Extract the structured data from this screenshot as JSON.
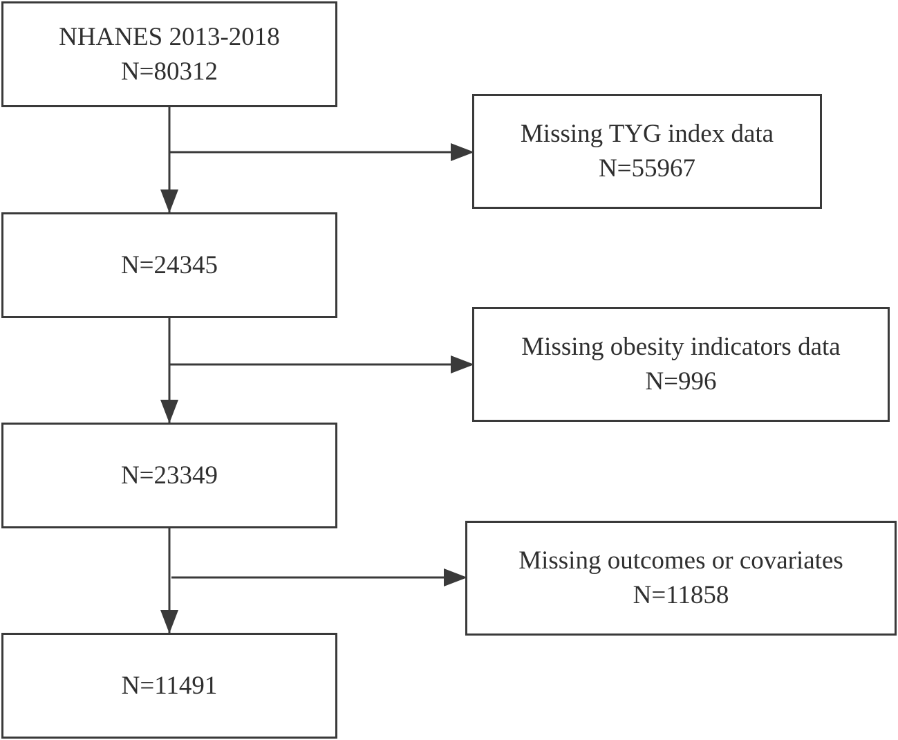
{
  "flowchart": {
    "main_steps": [
      {
        "title": "NHANES 2013-2018",
        "count": "N=80312"
      },
      {
        "title": "",
        "count": "N=24345"
      },
      {
        "title": "",
        "count": "N=23349"
      },
      {
        "title": "",
        "count": "N=11491"
      }
    ],
    "exclusions": [
      {
        "reason": "Missing TYG index data",
        "count": "N=55967"
      },
      {
        "reason": "Missing obesity indicators data",
        "count": "N=996"
      },
      {
        "reason": "Missing outcomes or covariates",
        "count": "N=11858"
      }
    ],
    "colors": {
      "line": "#3a3a3a",
      "text": "#2f2f2f",
      "background": "#ffffff"
    }
  }
}
